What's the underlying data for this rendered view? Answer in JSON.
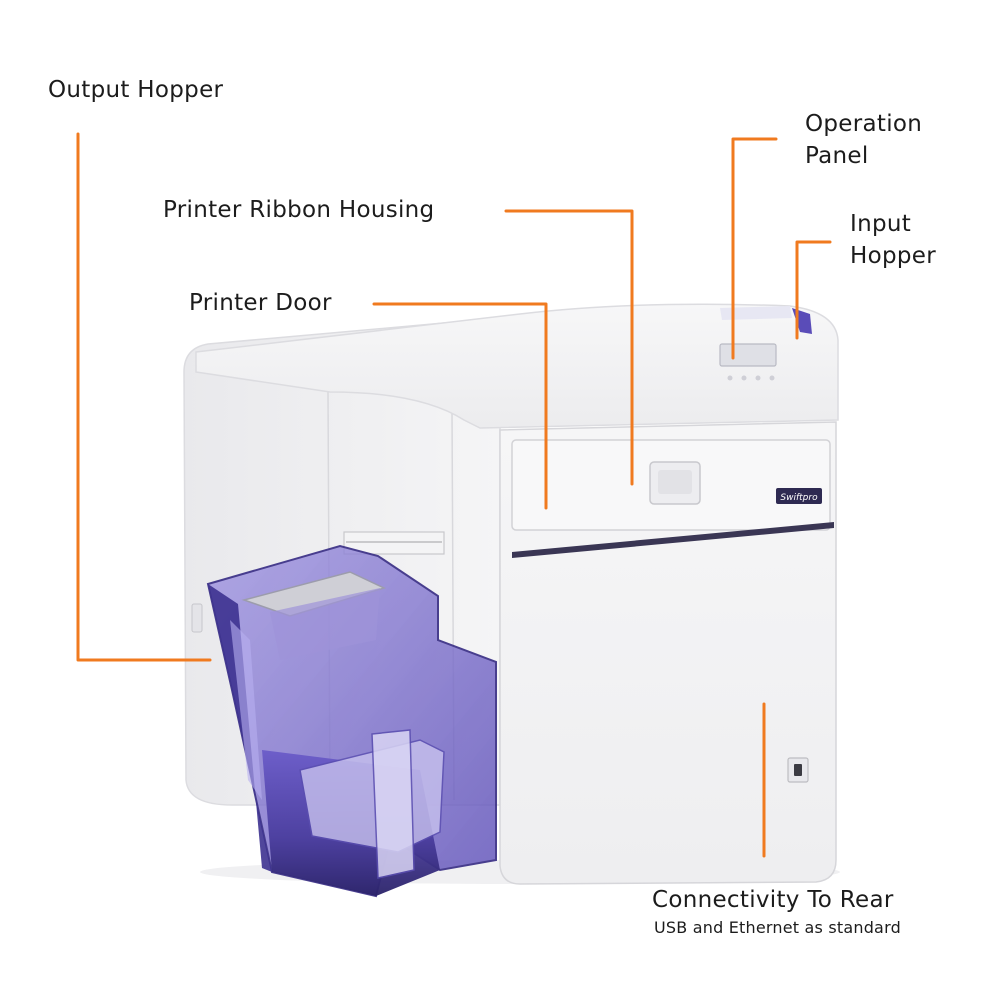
{
  "colors": {
    "leader_line": "#f07a1f",
    "label_text": "#1c1c1c",
    "printer_body": "#f3f3f4",
    "printer_shadow": "#dcdcdf",
    "hopper": "#4d3f9e",
    "hopper_dark": "#2c2470",
    "background": "#ffffff"
  },
  "callouts": {
    "output_hopper": "Output Hopper",
    "printer_ribbon_housing": "Printer Ribbon Housing",
    "printer_door": "Printer Door",
    "operation_panel_line1": "Operation",
    "operation_panel_line2": "Panel",
    "input_hopper_line1": "Input",
    "input_hopper_line2": "Hopper",
    "connectivity": "Connectivity To Rear",
    "connectivity_sub": "USB and Ethernet as standard"
  },
  "printer": {
    "brand_badge": "Swiftpro"
  },
  "icons": {
    "power_switch": "power-switch-icon",
    "display_screen": "lcd-screen-icon"
  }
}
